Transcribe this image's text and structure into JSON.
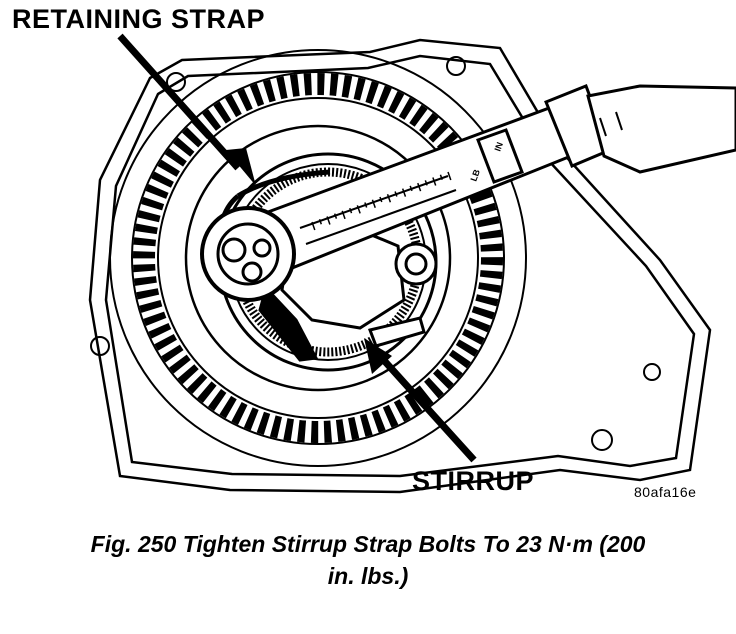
{
  "labels": {
    "retaining_strap": "RETAINING STRAP",
    "stirrup": "STIRRUP",
    "figure_code": "80afa16e"
  },
  "caption": {
    "line1": "Fig. 250 Tighten Stirrup Strap Bolts To 23 N·m (200",
    "line2": "in. lbs.)"
  },
  "wrench_scale": {
    "unit_label": "LB",
    "secondary_label": "IN"
  }
}
